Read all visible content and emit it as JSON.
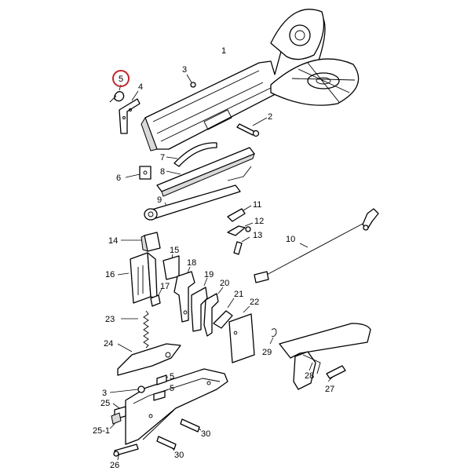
{
  "callouts": {
    "p1": "1",
    "p2": "2",
    "p3a": "3",
    "p4": "4",
    "p5a": "5",
    "p6": "6",
    "p7": "7",
    "p8": "8",
    "p9": "9",
    "p10": "10",
    "p11": "11",
    "p12": "12",
    "p13": "13",
    "p14": "14",
    "p15": "15",
    "p16": "16",
    "p17": "17",
    "p18": "18",
    "p19": "19",
    "p20": "20",
    "p21": "21",
    "p22": "22",
    "p23": "23",
    "p24": "24",
    "p5b": "5",
    "p3b": "3",
    "p5c": "5",
    "p25": "25",
    "p251": "25-1",
    "p26": "26",
    "p30a": "30",
    "p30b": "30",
    "p27": "27",
    "p28": "28",
    "p29": "29"
  },
  "highlighted_part": "5",
  "colors": {
    "highlight": "#c0272d",
    "line": "#000000",
    "shade": "#d9d9d9"
  }
}
